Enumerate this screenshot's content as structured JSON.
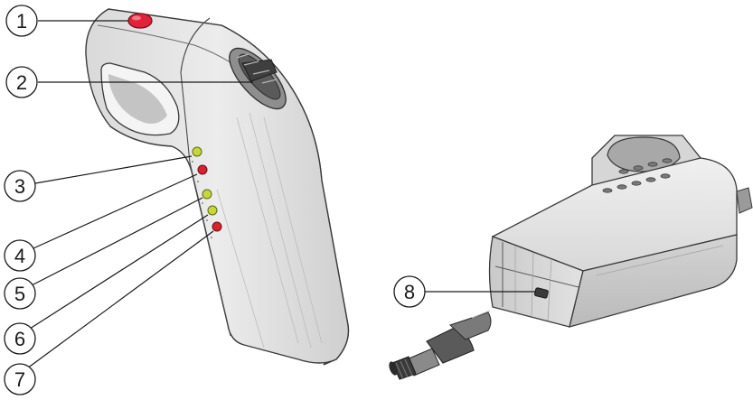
{
  "figure": {
    "callouts": [
      {
        "number": "1"
      },
      {
        "number": "2"
      },
      {
        "number": "3"
      },
      {
        "number": "4"
      },
      {
        "number": "5"
      },
      {
        "number": "6"
      },
      {
        "number": "7"
      },
      {
        "number": "8"
      }
    ],
    "colors": {
      "body_light": "#e4e4e4",
      "body_mid": "#cfcfcf",
      "body_dark": "#a9a9a9",
      "outline": "#3a3a3a",
      "button_red": "#e0233a",
      "led_green": "#c7d63a",
      "led_red": "#d8232e",
      "cable_dark": "#4a4a4a"
    }
  }
}
